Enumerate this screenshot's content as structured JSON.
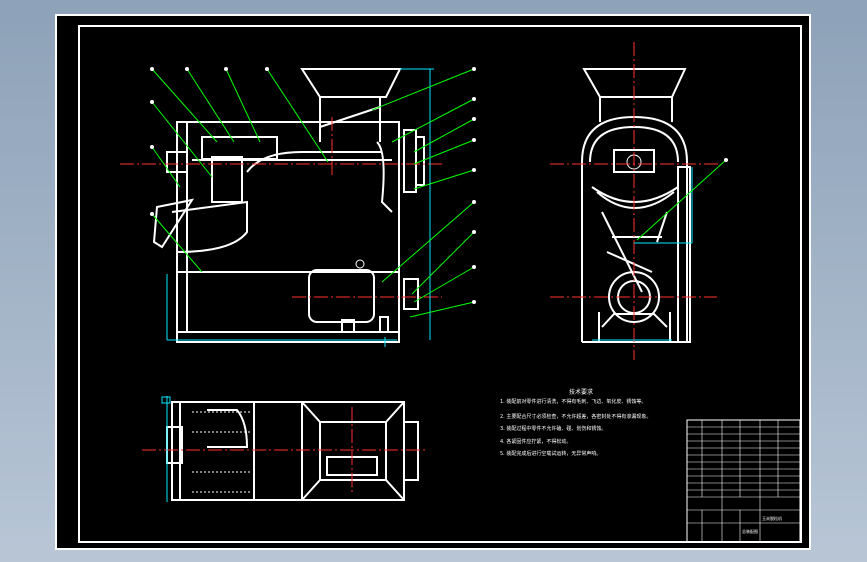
{
  "drawing": {
    "notes_title": "技术要求",
    "notes": [
      "1. 装配前对零件进行清洗，不得有毛刺、飞边、氧化皮、锈蚀等。",
      "2. 主要配合尺寸必须检查，不允许超差，各密封处不得有渗漏现象。",
      "3. 装配过程中零件不允许磕、碰、划伤和锈蚀。",
      "4. 各紧固件应拧紧，不得松动。",
      "5. 装配完成后进行空载试运转，无异常声响。"
    ],
    "title_block": {
      "drawing_name": "玉米脱粒机",
      "sub_label": "总装配图"
    }
  }
}
